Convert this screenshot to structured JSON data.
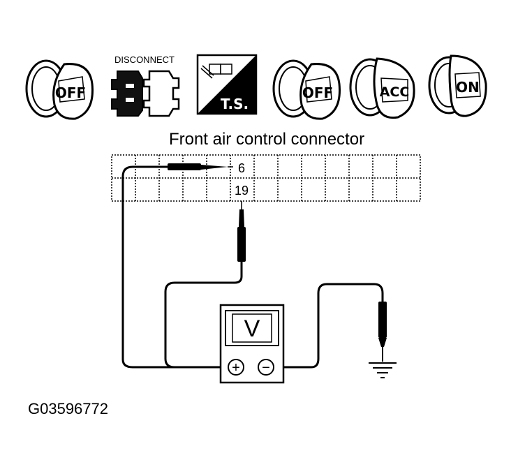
{
  "icons": {
    "ignition_off_1": "OFF",
    "disconnect": "DISCONNECT",
    "ts": "T.S.",
    "ignition_off_2": "OFF",
    "ignition_acc": "ACC",
    "ignition_on": "ON"
  },
  "connector": {
    "title": "Front air control connector",
    "terminal_top": "6",
    "terminal_bottom": "19"
  },
  "meter": {
    "symbol": "V",
    "plus": "+",
    "minus": "−"
  },
  "figure_id": "G03596772"
}
